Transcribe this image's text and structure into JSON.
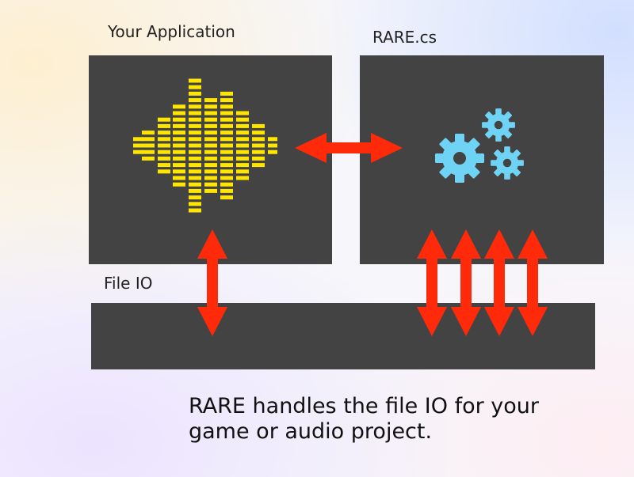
{
  "labels": {
    "app": "Your Application",
    "rare": "RARE.cs",
    "fileio": "File IO"
  },
  "caption": {
    "line1": "RARE handles the file IO for your",
    "line2": "game or audio project."
  },
  "icons": {
    "app": "audio-equalizer-icon",
    "rare": "gears-icon",
    "arrows": "double-headed-arrow"
  },
  "colors": {
    "panel": "#444343",
    "equalizer": "#ffe600",
    "gears": "#6fd3f5",
    "arrows": "#ff2a0a"
  }
}
